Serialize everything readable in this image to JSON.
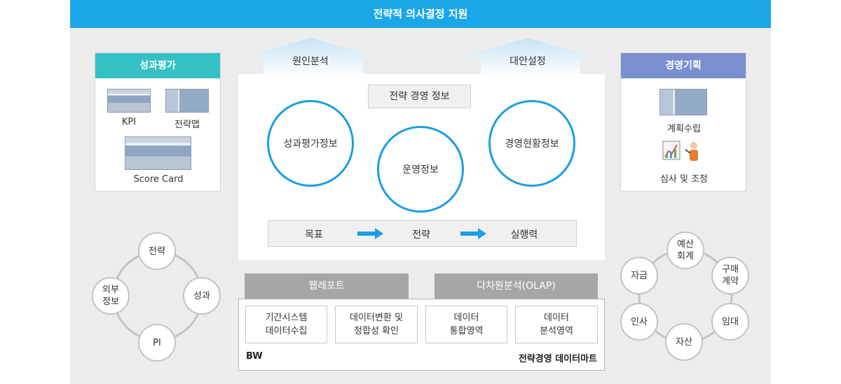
{
  "title": "전략적 의사결정 지원",
  "colors": {
    "banner": "#1aa7e8",
    "teal": "#35c1c3",
    "purple": "#7a8fcf",
    "circle_blue": "#1a9ee4",
    "grey_tab": "#a6a6a6"
  },
  "left_panel": {
    "header": "성과평가",
    "items": [
      {
        "label": "KPI"
      },
      {
        "label": "전략맵"
      },
      {
        "label": "Score Card"
      }
    ]
  },
  "right_panel": {
    "header": "경영기획",
    "items": [
      {
        "label": "계획수립"
      },
      {
        "label": "심사 및 조정"
      }
    ]
  },
  "arrows": {
    "left": "원인분석",
    "right": "대안설정"
  },
  "center": {
    "info_label": "전략 경영 정보",
    "circles": [
      "성과평가정보",
      "운영정보",
      "경영현황정보"
    ],
    "flow": [
      "목표",
      "전략",
      "실행력"
    ]
  },
  "bottom": {
    "tabs": [
      "웹레포트",
      "다차원분석(OLAP)"
    ],
    "boxes": [
      "기간시스템\n데이터수집",
      "데이터변환 및\n정합성 확인",
      "데이터\n통합영역",
      "데이터\n분석영역"
    ],
    "footer_left": "BW",
    "footer_right": "전략경영 데이터마트"
  },
  "left_cycle": {
    "nodes": [
      "전략",
      "성과",
      "PI",
      "외부\n정보"
    ]
  },
  "right_cycle": {
    "nodes": [
      "예산\n회계",
      "구매\n계약",
      "임대",
      "자산",
      "인사",
      "자금"
    ]
  }
}
